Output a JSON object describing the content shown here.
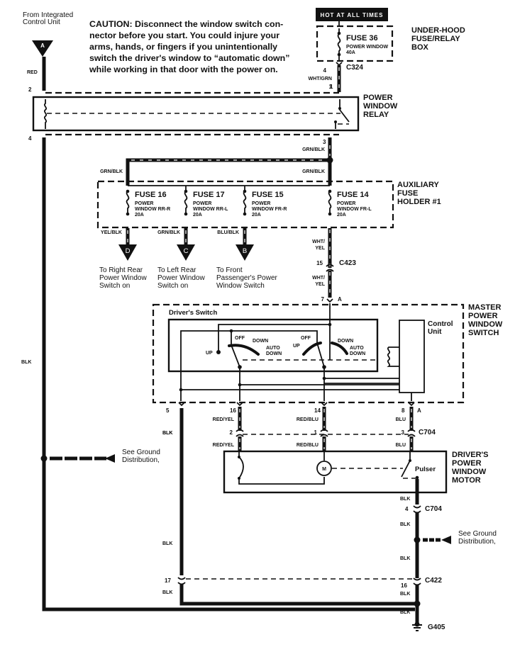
{
  "header": {
    "source_label_line1": "From Integrated",
    "source_label_line2": "Control Unit",
    "source_connector": "A",
    "caution_lines": [
      "CAUTION: Disconnect the window switch con-",
      "nector before you start. You could injure your",
      "arms, hands, or fingers if you unintentionally",
      "switch the driver's window to “automatic down”",
      "while working in that door with the power on."
    ]
  },
  "hot_label": "HOT AT ALL TIMES",
  "underhood_box": {
    "title_lines": [
      "UNDER-HOOD",
      "FUSE/RELAY",
      "BOX"
    ],
    "fuse_name": "FUSE 36",
    "fuse_desc": "POWER WINDOW",
    "fuse_rating": "40A",
    "connector": "C324",
    "pin_top": "4",
    "pin_bottom": "1",
    "wire_color": "WHT/GRN"
  },
  "relay": {
    "title_lines": [
      "POWER",
      "WINDOW",
      "RELAY"
    ],
    "pin_left_top": "2",
    "pin_left_bottom": "4",
    "pin_right_top": "1",
    "pin_right_bottom": "3",
    "left_wire_color": "RED",
    "right_out_wire": "GRN/BLK"
  },
  "aux_fuse_holder": {
    "title_lines": [
      "AUXILIARY",
      "FUSE",
      "HOLDER #1"
    ],
    "feed_wire_left": "GRN/BLK",
    "feed_wire_right": "GRN/BLK",
    "fuses": [
      {
        "name": "FUSE 16",
        "desc1": "POWER",
        "desc2": "WINDOW RR-R",
        "rating": "20A",
        "out_wire": "YEL/BLK",
        "connector": "D",
        "dest": [
          "To Right Rear",
          "Power Window",
          "Switch on"
        ]
      },
      {
        "name": "FUSE 17",
        "desc1": "POWER",
        "desc2": "WINDOW RR-L",
        "rating": "20A",
        "out_wire": "GRN/BLK",
        "connector": "C",
        "dest": [
          "To Left Rear",
          "Power Window",
          "Switch on"
        ]
      },
      {
        "name": "FUSE 15",
        "desc1": "POWER",
        "desc2": "WINDOW FR-R",
        "rating": "20A",
        "out_wire": "BLU/BLK",
        "connector": "B",
        "dest": [
          "To Front",
          "Passenger's Power",
          "Window Switch"
        ]
      },
      {
        "name": "FUSE 14",
        "desc1": "POWER",
        "desc2": "WINDOW FR-L",
        "rating": "20A",
        "out_wire": "WHT/YEL"
      }
    ]
  },
  "c423": {
    "connector": "C423",
    "pin": "15",
    "wire_above_1": "WHT/",
    "wire_above_2": "YEL",
    "wire_below_1": "WHT/",
    "wire_below_2": "YEL",
    "switch_pin": "7",
    "switch_conn": "A"
  },
  "master_switch": {
    "title_lines": [
      "MASTER",
      "POWER",
      "WINDOW",
      "SWITCH"
    ],
    "drivers_switch_label": "Driver's Switch",
    "control_unit_lines": [
      "Control",
      "Unit"
    ],
    "positions": {
      "up": "UP",
      "off": "OFF",
      "down": "DOWN",
      "auto1": "AUTO",
      "auto2": "DOWN"
    },
    "pins": [
      {
        "pin": "5",
        "wire": "BLK"
      },
      {
        "pin": "16",
        "wire": "RED/YEL"
      },
      {
        "pin": "14",
        "wire": "RED/BLU"
      },
      {
        "pin": "8",
        "wire": "BLU",
        "conn": "A"
      }
    ]
  },
  "c704": {
    "connector": "C704",
    "pins": [
      {
        "pin": "2",
        "wire": "RED/YEL"
      },
      {
        "pin": "1",
        "wire": "RED/BLU"
      },
      {
        "pin": "3",
        "wire": "BLU"
      }
    ],
    "ground_pin": "4"
  },
  "motor": {
    "title_lines": [
      "DRIVER'S",
      "POWER",
      "WINDOW",
      "MOTOR"
    ],
    "motor_symbol": "M",
    "pulser_label": "Pulser"
  },
  "ground": {
    "left_wire": "BLK",
    "see_ground": [
      "See Ground",
      "Distribution,"
    ],
    "c422": "C422",
    "c422_pin_left": "17",
    "c422_pin_right": "16",
    "ground_point": "G405",
    "wire_blk": "BLK"
  }
}
